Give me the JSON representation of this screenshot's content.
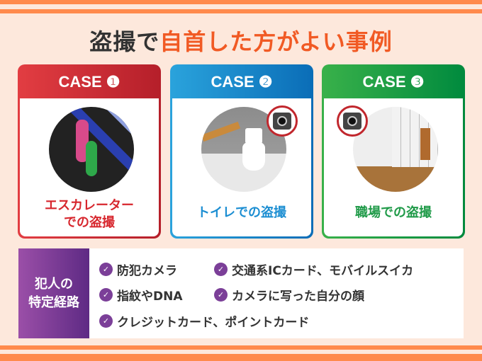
{
  "title": {
    "dark": "盗撮で",
    "highlight": "自首した方がよい事例"
  },
  "cases": [
    {
      "label": "CASE ❶",
      "caption_lines": [
        "エスカレーター",
        "での盗撮"
      ],
      "color": "#d7262d"
    },
    {
      "label": "CASE ❷",
      "caption_lines": [
        "トイレでの盗撮"
      ],
      "color": "#1c8ed2"
    },
    {
      "label": "CASE ❸",
      "caption_lines": [
        "職場での盗撮"
      ],
      "color": "#1f9a48"
    }
  ],
  "identification": {
    "label_lines": [
      "犯人の",
      "特定経路"
    ],
    "items": [
      "防犯カメラ",
      "交通系ICカード、モバイルスイカ",
      "指紋やDNA",
      "カメラに写った自分の顔",
      "クレジットカード、ポイントカード"
    ],
    "check_icon": "check-circle-icon"
  }
}
